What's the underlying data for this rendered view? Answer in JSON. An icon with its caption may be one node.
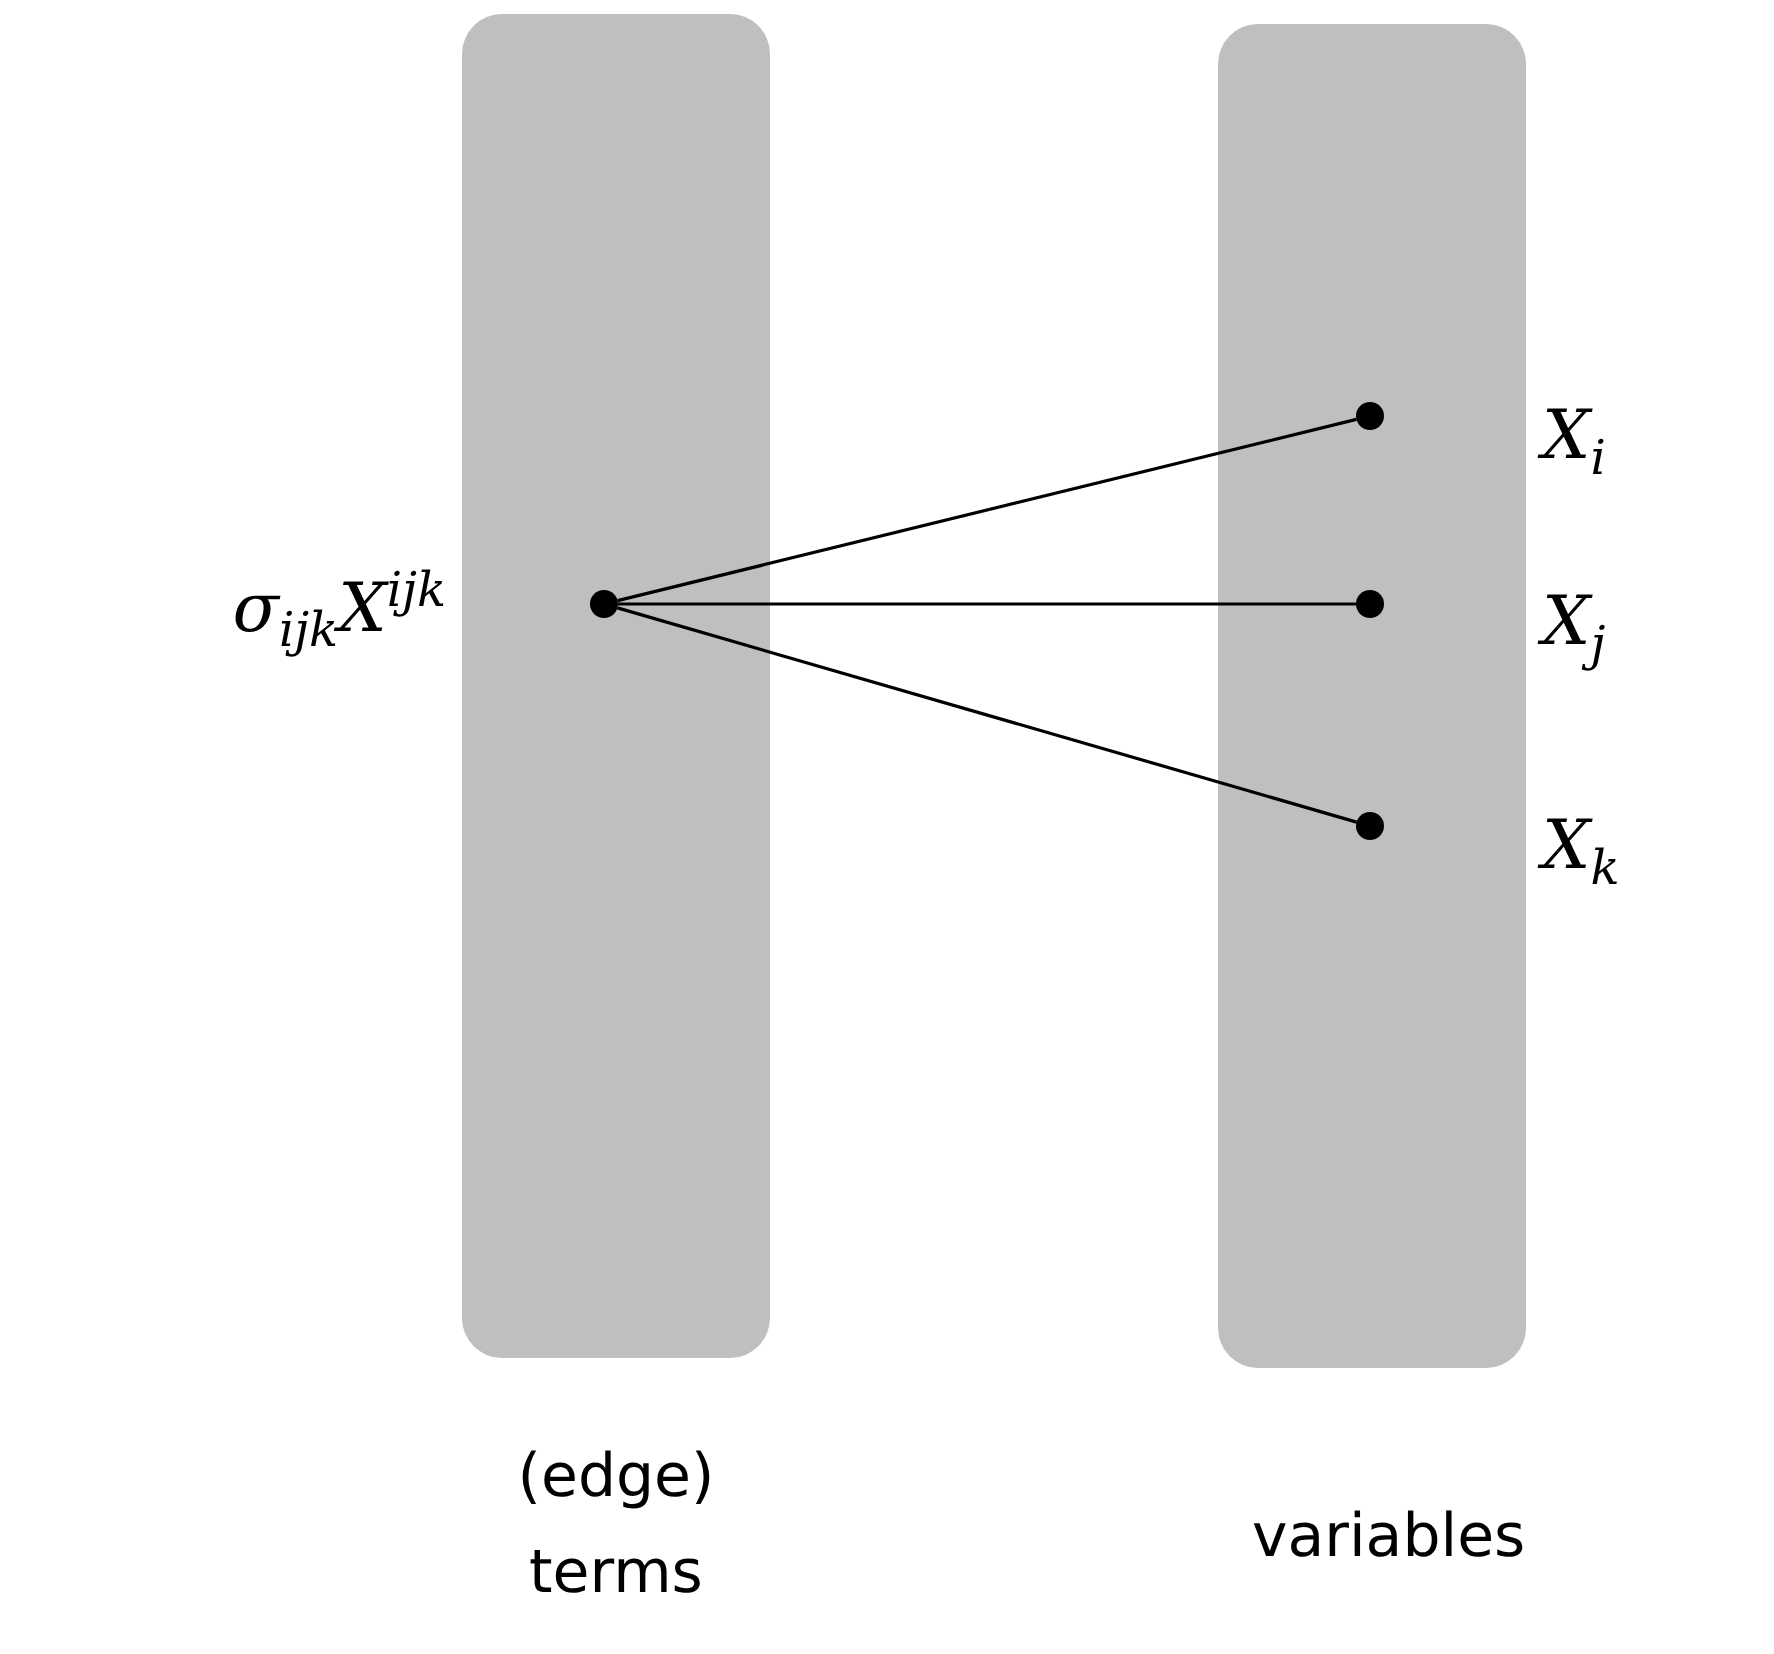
{
  "diagram": {
    "nodes": [
      {
        "text": [
          "(edge) terms"
        ]
      },
      {
        "text": [],
        "shape": "circle",
        "in": 0,
        "beside": [
          "σ$_{ijk}$X$^{ijk}$"
        ]
      },
      {
        "text": [
          "variables"
        ]
      },
      {
        "text": [],
        "shape": "circle",
        "in": 2,
        "beside": [
          "X$_{i}$"
        ]
      },
      {
        "text": [],
        "shape": "circle",
        "in": 2,
        "beside": [
          "X$_{j}$"
        ]
      },
      {
        "text": [],
        "shape": "circle",
        "in": 2,
        "beside": [
          "X$_{k}$"
        ]
      }
    ],
    "edges": [
      {
        "from": 1,
        "to": 3,
        "arrow": "none"
      },
      {
        "from": 1,
        "to": 4,
        "arrow": "none"
      },
      {
        "from": 1,
        "to": 5,
        "arrow": "none"
      }
    ]
  }
}
